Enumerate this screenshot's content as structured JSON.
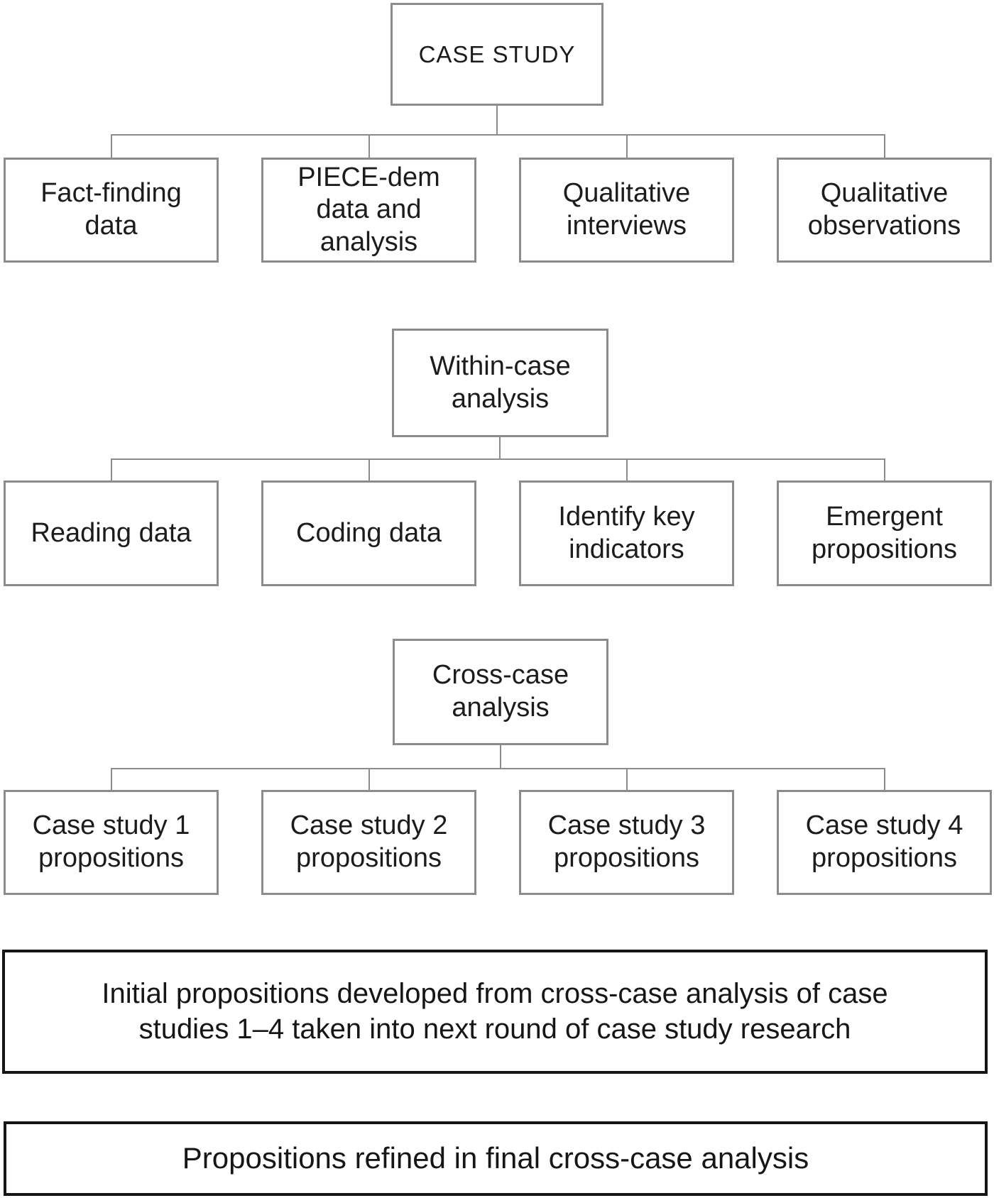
{
  "diagram": {
    "sections": [
      {
        "hub": "CASE STUDY",
        "children": [
          "Fact-finding data",
          "PIECE-dem data and analysis",
          "Qualitative interviews",
          "Qualitative observations"
        ]
      },
      {
        "hub": "Within-case analysis",
        "children": [
          "Reading data",
          "Coding data",
          "Identify key indicators",
          "Emergent propositions"
        ]
      },
      {
        "hub": "Cross-case analysis",
        "children": [
          "Case study 1 propositions",
          "Case study 2 propositions",
          "Case study 3 propositions",
          "Case study 4 propositions"
        ]
      }
    ],
    "banners": [
      {
        "lines": [
          "Initial propositions developed from cross-case analysis of case",
          "studies 1–4 taken into next round of case study research"
        ]
      },
      {
        "lines": [
          "Propositions refined in final cross-case analysis"
        ]
      }
    ],
    "colors": {
      "box_border": "#8c8c8c",
      "connector": "#8c8c8c",
      "banner_border": "#161616",
      "text": "#1c1c1c",
      "background": "#ffffff"
    }
  }
}
